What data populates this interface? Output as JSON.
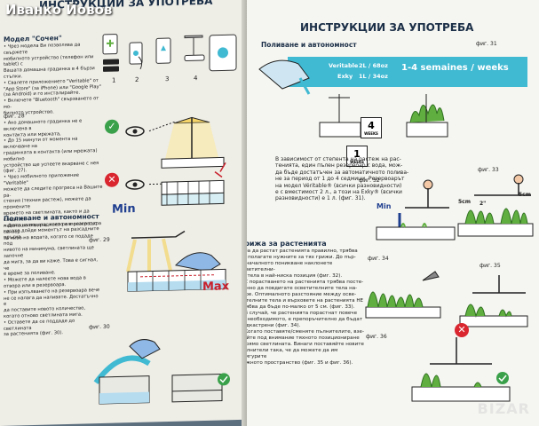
{
  "watermark": "Иванко Йовов",
  "left_page": {
    "title": "ИНСТРУКЦИИ ЗА УПОТРЕБА",
    "model_heading": "Модел \"Сочен\"",
    "steps_text": "• Чрез модела Ви позволява да свържете\nмобилното устройство (телефон или tablet) с\nВашата домашна градинка в 4 бързи стъпки.\n• Свалете приложението \"Veritable\" от\n\"App Store\" (за iPhone) или \"Google Play\"\n(за Android) и го инсталирайте.\n• Включете \"Bluetooth\" свързването от мо-\nбилното устройство.",
    "step_numbers": [
      "1",
      "2",
      "3",
      "4"
    ],
    "fig28_label": "фиг. 28",
    "fig28_text": "• Ако домашното градинка не е включена в\nконтакта или мрежата,\n• До 15 минути от момента на включване на\nградинката в контакта (или мрежата) мобилно\nустройство ще успеете вкарване с нея (фиг. 27).\n• Чрез мобилното приложение \"Veritable\"\nможете да следите прогреса на Вашите ра-\nстения (техния растеж), можете да промените\nвремето на светлината, както и да следите\nнивото на водата, което е в резервоара\nкогато дойде моментът на разсадните пръска...",
    "min_label": "Min",
    "section_poliv": "Поливане и автономност",
    "poliv_text": "• Домашната градинка разполага със сензор\nза ниво на водата, когато се подаде под\nнивото на минимума, светлината ще започне\nда мига, за да ви каже. Това е сигнал, че\nе време за поливане.\n• Можете да налеете нова вода в\nотвора или в резервоара.\n• При изпълването на резервоара вече\nне се налага да наливате. Достатъчно е\nда поставите новото количество,\nкогато отново светлината мига.\n• Оставете да се поддаде до светлината\nза растенията (фиг. 30).",
    "fig29_label": "фиг. 29",
    "max_label": "Max",
    "fig30_label": "фиг. 30"
  },
  "right_page": {
    "title": "ИНСТРУКЦИИ ЗА УПОТРЕБА",
    "section_poliv": "Поливане и автономност",
    "fig31_label": "фиг. 31",
    "banner_model1": "Veritable",
    "banner_model1_cap": "2L / 68oz",
    "banner_model2": "Exky",
    "banner_model2_cap": "1L / 34oz",
    "banner_weeks": "1-4 semaines / weeks",
    "cal1_num": "4",
    "cal1_lbl": "WEEKS",
    "cal2_num": "1",
    "cal2_lbl": "WEEKS",
    "poliv_text": "В зависимост от степента на растеж на рас-\nтенията, един пълен резервоар с вода, мож-\nда бъде достатъчен за автоматичното полива-\nне за период от 1 до 4 седмици. Резервоарът\nна модел Véritable® (всички разновидности)\nе с вместимост 2 л., а този на Exky® (всички\nразновидности) е 1 л. (фиг. 31).",
    "fig32_label": "фиг. 32",
    "fig33_label": "фиг. 33",
    "min_label": "Min",
    "scm1": "5cm",
    "scm2": "5cm",
    "scm3": "2\"",
    "section_care": "Грижа за растенията",
    "care_text": "• За да растат растенията правилно, трябва\nда полагате нужните за тях грижи. До пър-\nвоначалното поникване наклонете осветителни-\nте тела в най-ниска позиция (фиг. 32).\n• С порастването на растенията трябва посте-\nпенно да повдигате осветителните тела на-\nгоре. Оптималното разстояние между осве-\nтителните тела и върховете на растенията НЕ\nтрябва да бъде по-малко от 5 см. (фиг. 33).\n• В случай, че растенията порастнат повече\nот необходимото, е препоръчително да бъдат\nподкастрени (фиг. 34).\n• Когато поставяте/сменяте пълнителите, взе-\nмайте под внимание тяхното позициониране\nспрямо светлината. Винаги поставяйте новите\nпълнители така, че да можете да им осигурите\nнужното пространство (фиг. 35 и фиг. 36).",
    "fig34_label": "фиг. 34",
    "fig35_label": "фиг. 35",
    "fig36_label": "фиг. 36"
  },
  "bizlogo": "BIZAR",
  "colors": {
    "navy": "#1b2f47",
    "accent_blue": "#40b9d2",
    "min_blue": "#1f3f8f",
    "max_red": "#c8202c",
    "check_green": "#3aa14a",
    "cross_red": "#d9262f",
    "plant_green": "#5fae3f"
  }
}
